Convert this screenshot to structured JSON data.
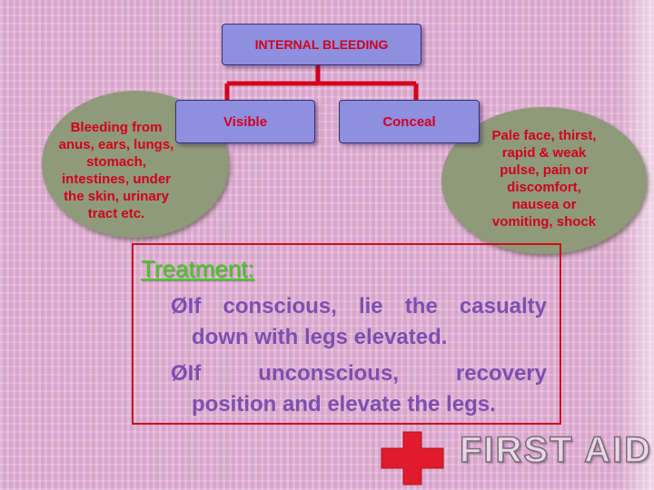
{
  "diagram": {
    "top_box": {
      "label": "INTERNAL BLEEDING"
    },
    "visible_box": {
      "label": "Visible"
    },
    "conceal_box": {
      "label": "Conceal"
    },
    "left_bubble": {
      "lines": [
        "Bleeding from",
        "anus, ears, lungs,",
        "stomach,",
        "intestines, under",
        "the skin, urinary",
        "tract etc."
      ]
    },
    "right_bubble": {
      "lines": [
        "Pale face, thirst,",
        "rapid & weak",
        "pulse, pain or",
        "discomfort,",
        "nausea or",
        "vomiting, shock"
      ]
    }
  },
  "treatment": {
    "title": "Treatment:",
    "bullet_symbol": "Ø",
    "bullets": [
      {
        "line1": "If conscious, lie the casualty",
        "line2": "down with legs elevated."
      },
      {
        "line1": "If unconscious, recovery",
        "line2": "position and elevate the legs."
      }
    ]
  },
  "logo": {
    "text": "FIRST AID"
  },
  "colors": {
    "background": "#e6b8d9",
    "box_fill": "#8f8fe0",
    "bubble_fill": "#8f9a7a",
    "label_red": "#d2001c",
    "treatment_green": "#44cc1e",
    "bullet_purple": "#7c4fb0",
    "cross_red": "#e01c2c"
  }
}
